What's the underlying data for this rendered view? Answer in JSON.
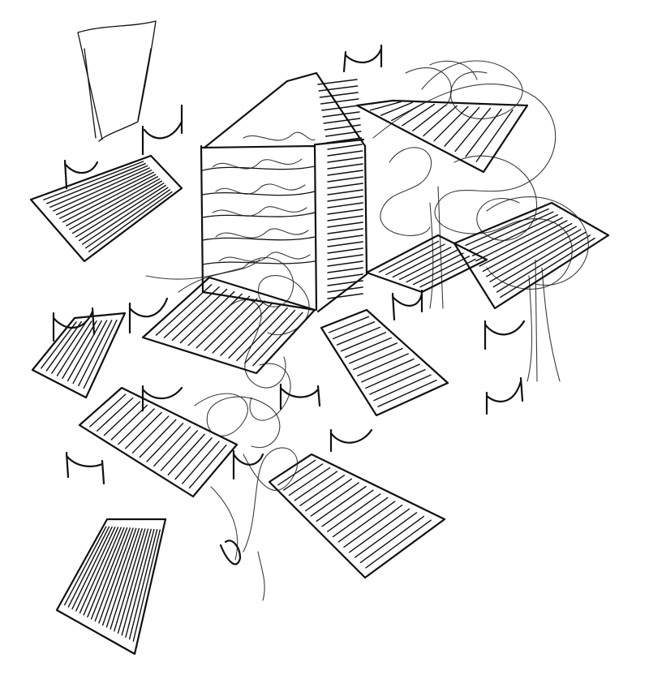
{
  "drawing": {
    "medium": "ink-sketch",
    "ink_color": "#111111",
    "paper_color": "#ffffff"
  },
  "panels_count": 10,
  "hammock_slings_count": 14
}
